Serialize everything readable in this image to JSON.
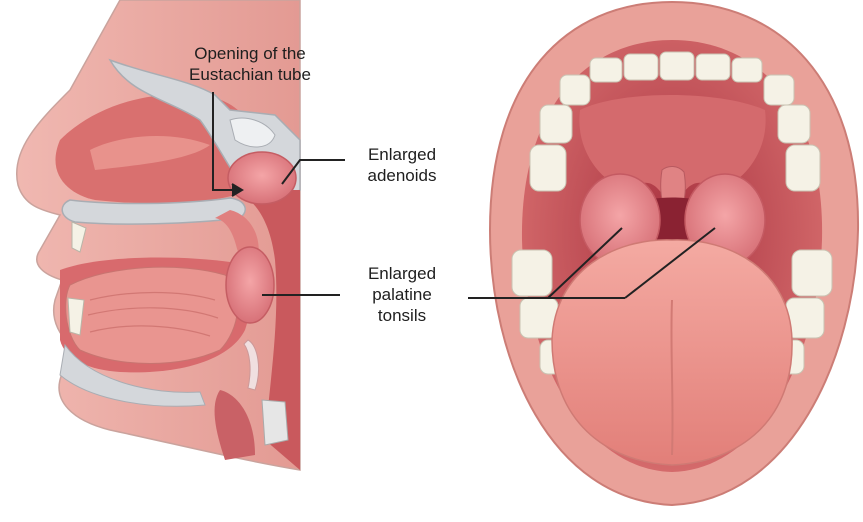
{
  "labels": {
    "eustachian_line1": "Opening of the",
    "eustachian_line2": "Eustachian tube",
    "adenoids_line1": "Enlarged",
    "adenoids_line2": "adenoids",
    "tonsils_line1": "Enlarged",
    "tonsils_line2": "palatine",
    "tonsils_line3": "tonsils"
  },
  "colors": {
    "tissue_dark": "#b9545a",
    "tissue": "#de7f7e",
    "tissue_light": "#f1a9a4",
    "tonsil": "#e8888c",
    "bone": "#d4d7db",
    "tongue": "#ef9d97",
    "teeth": "#f5f2e6",
    "lip": "#e9a199",
    "leader_line": "#222222"
  }
}
